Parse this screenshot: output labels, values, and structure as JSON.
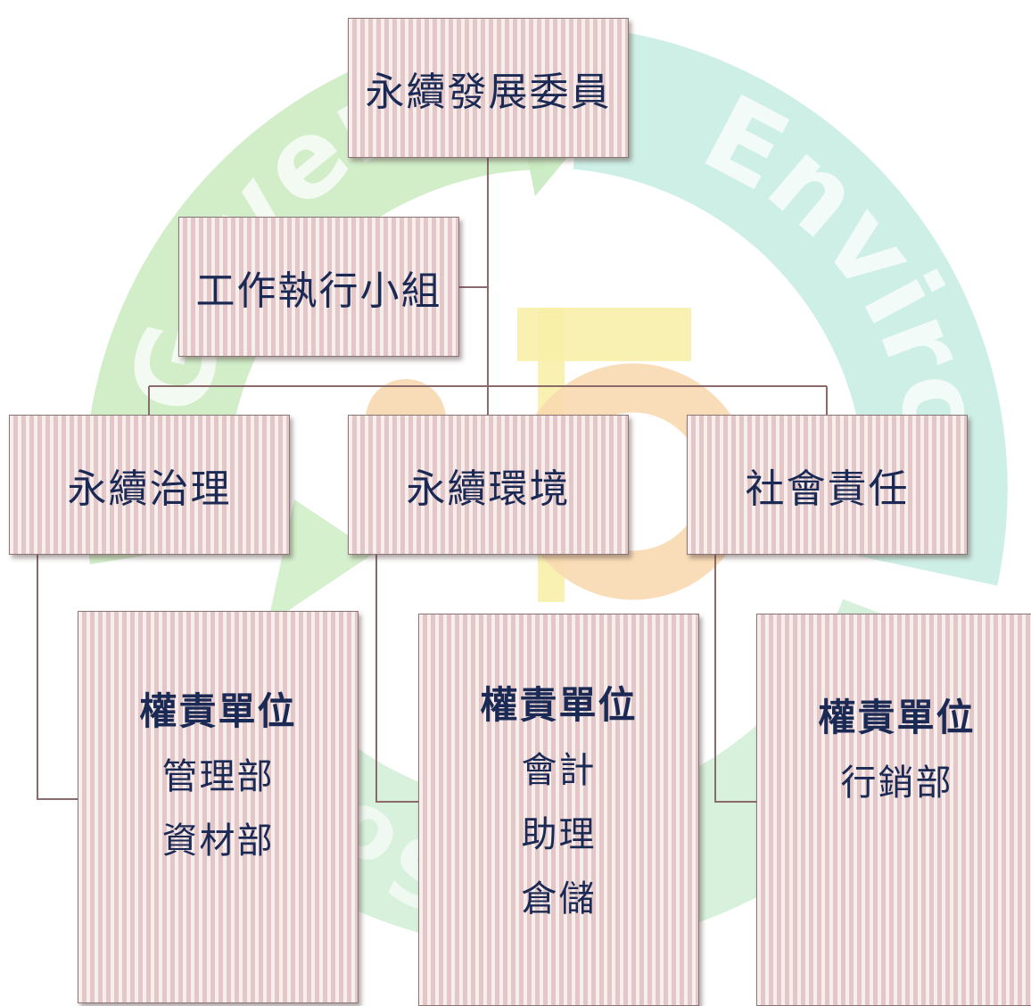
{
  "org_chart": {
    "committee": "永續發展委員",
    "task_force": "工作執行小組",
    "branches": [
      {
        "name": "永續治理",
        "unit_heading": "權責單位",
        "units": [
          "管理部",
          "資材部"
        ]
      },
      {
        "name": "永續環境",
        "unit_heading": "權責單位",
        "units": [
          "會計",
          "助理",
          "倉儲"
        ]
      },
      {
        "name": "社會責任",
        "unit_heading": "權責單位",
        "units": [
          "行銷部"
        ]
      }
    ]
  },
  "background": {
    "watermark_words": [
      "Governance",
      "Environment",
      "Social"
    ],
    "watermark_letters": "TO",
    "colors": {
      "green": "#b4e0a8",
      "teal": "#b3e2d2",
      "orange": "#f6d3a6",
      "yellow": "#f7f0a8",
      "line": "#8a6a6a"
    }
  }
}
